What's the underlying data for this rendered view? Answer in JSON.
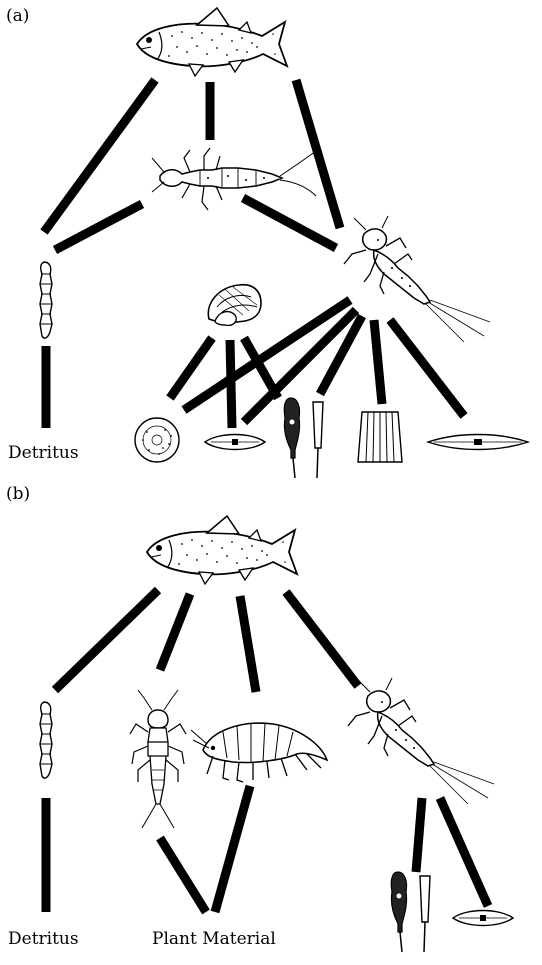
{
  "panel_a": {
    "label": "(a)",
    "detritus_label": "Detritus"
  },
  "panel_b": {
    "label": "(b)",
    "detritus_label": "Detritus",
    "plant_label": "Plant Material"
  },
  "colors": {
    "line": "#000000",
    "background": "#ffffff"
  },
  "icons": [
    "trout-icon",
    "stonefly-nymph-icon",
    "mayfly-nymph-icon",
    "chironomid-larva-icon",
    "snail-icon",
    "diatom-icon",
    "amphipod-icon"
  ]
}
